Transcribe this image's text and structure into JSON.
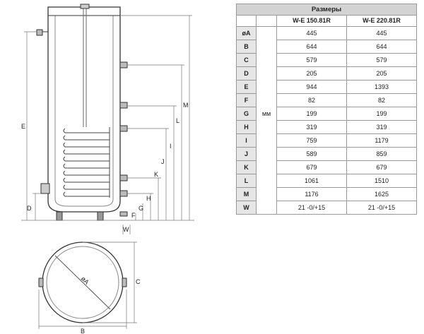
{
  "table": {
    "title": "Размеры",
    "models": [
      "W-E 150.81R",
      "W-E 220.81R"
    ],
    "unit": "мм",
    "rows": [
      {
        "label": "øA",
        "v1": "445",
        "v2": "445"
      },
      {
        "label": "B",
        "v1": "644",
        "v2": "644"
      },
      {
        "label": "C",
        "v1": "579",
        "v2": "579"
      },
      {
        "label": "D",
        "v1": "205",
        "v2": "205"
      },
      {
        "label": "E",
        "v1": "944",
        "v2": "1393"
      },
      {
        "label": "F",
        "v1": "82",
        "v2": "82"
      },
      {
        "label": "G",
        "v1": "199",
        "v2": "199"
      },
      {
        "label": "H",
        "v1": "319",
        "v2": "319"
      },
      {
        "label": "I",
        "v1": "759",
        "v2": "1179"
      },
      {
        "label": "J",
        "v1": "589",
        "v2": "859"
      },
      {
        "label": "K",
        "v1": "679",
        "v2": "679"
      },
      {
        "label": "L",
        "v1": "1061",
        "v2": "1510"
      },
      {
        "label": "M",
        "v1": "1176",
        "v2": "1625"
      },
      {
        "label": "W",
        "v1": "21 -0/+15",
        "v2": "21 -0/+15"
      }
    ]
  },
  "drawing": {
    "labels": {
      "E": "E",
      "D": "D",
      "M": "M",
      "L": "L",
      "I": "I",
      "J": "J",
      "K": "K",
      "H": "H",
      "G": "G",
      "F": "F",
      "W": "W",
      "C": "C",
      "B": "B",
      "diameter": "øA"
    }
  }
}
